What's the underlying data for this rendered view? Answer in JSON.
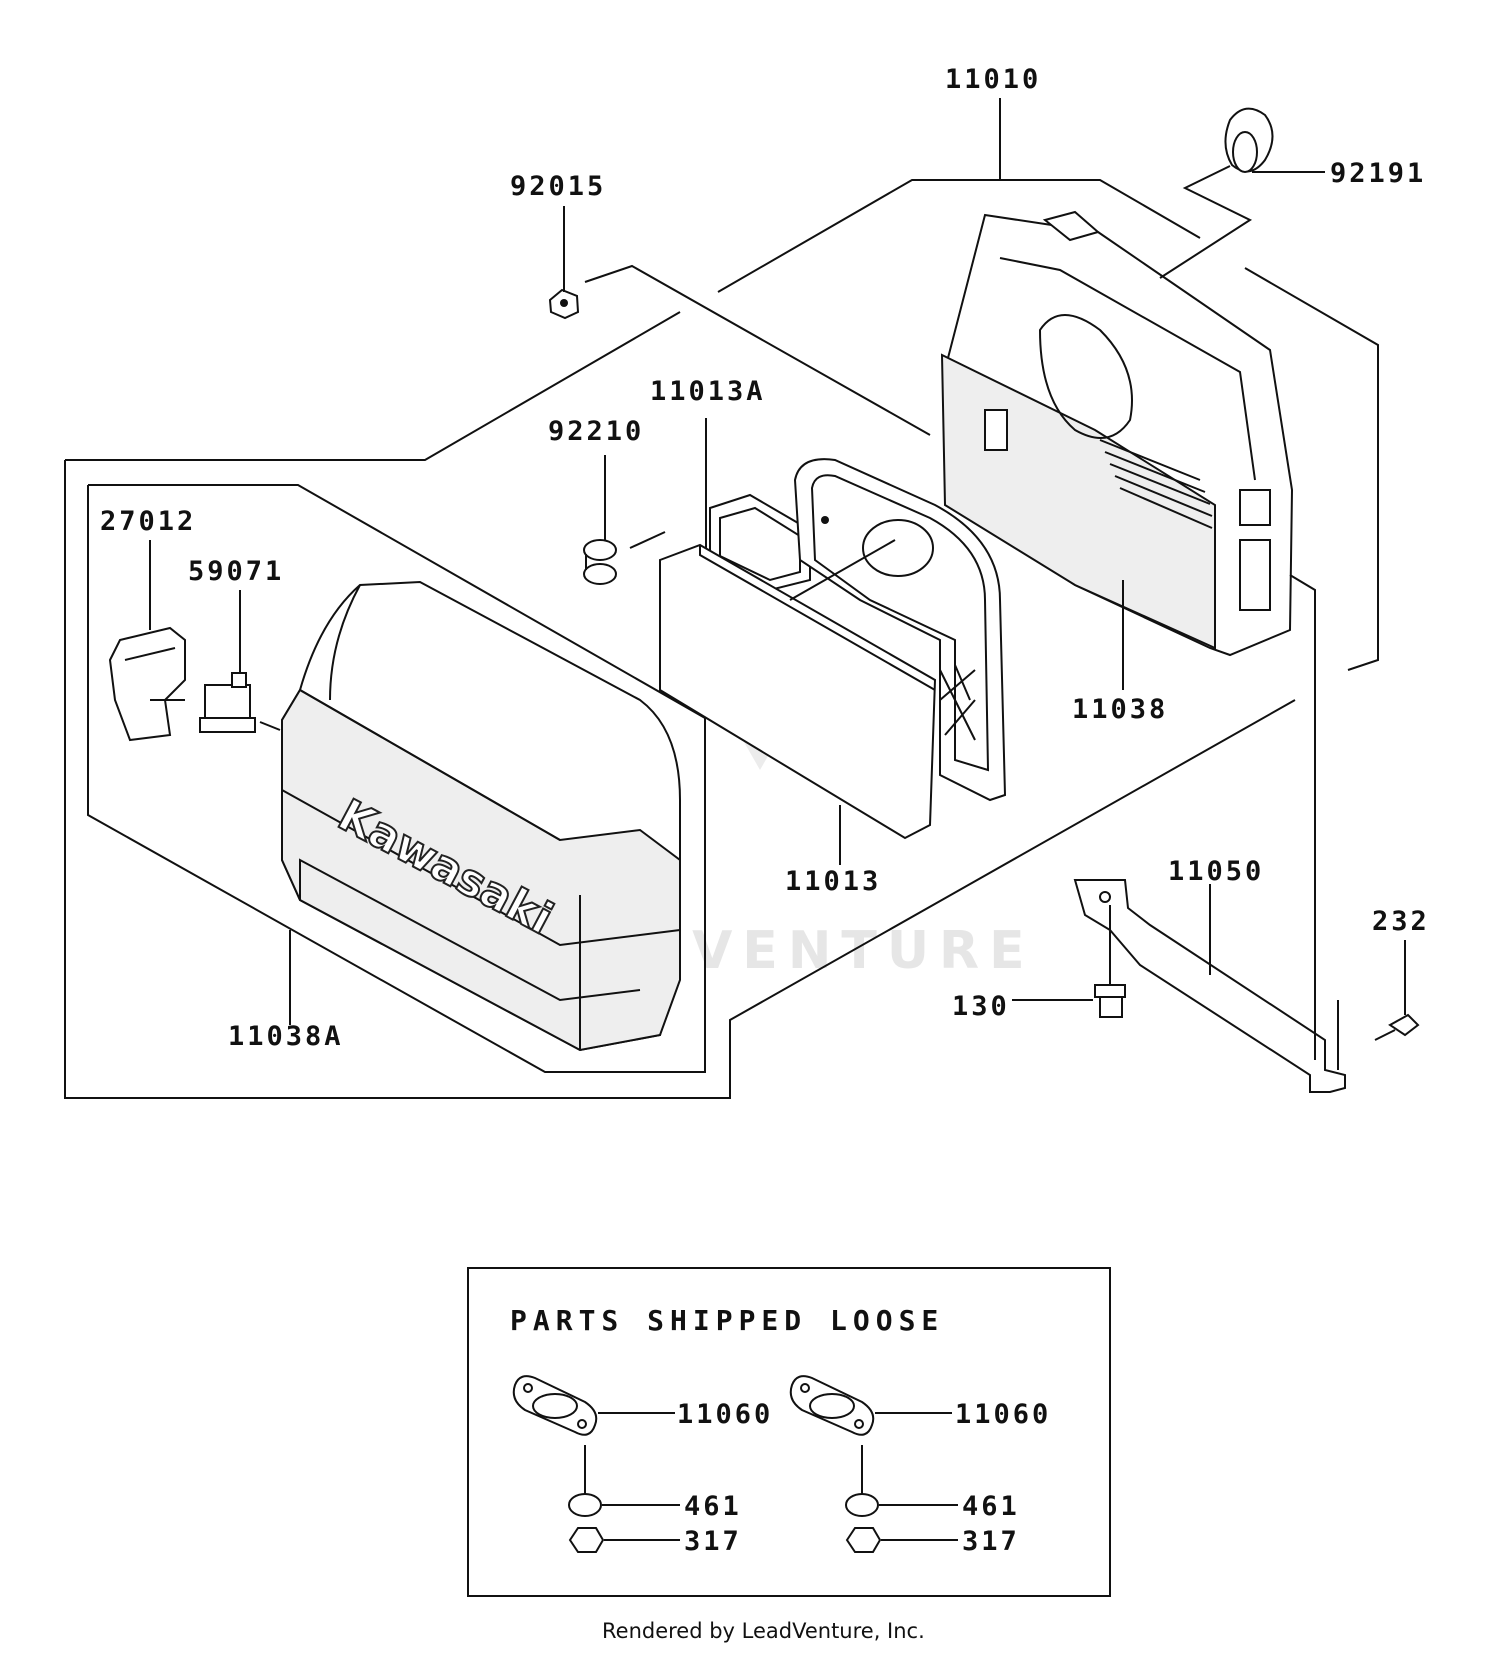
{
  "labels": {
    "p11010": "11010",
    "p92191": "92191",
    "p92015": "92015",
    "p11013A": "11013A",
    "p92210": "92210",
    "p27012": "27012",
    "p59071": "59071",
    "p11038": "11038",
    "p11013": "11013",
    "p11050": "11050",
    "p232": "232",
    "p130": "130",
    "p11038A": "11038A"
  },
  "brand": "Kawasaki",
  "watermark": "LEADVENTURE",
  "loose_box": {
    "title": "PARTS SHIPPED LOOSE",
    "left": {
      "gasket": "11060",
      "washer": "461",
      "nut": "317"
    },
    "right": {
      "gasket": "11060",
      "washer": "461",
      "nut": "317"
    }
  },
  "footer": "Rendered by LeadVenture, Inc."
}
